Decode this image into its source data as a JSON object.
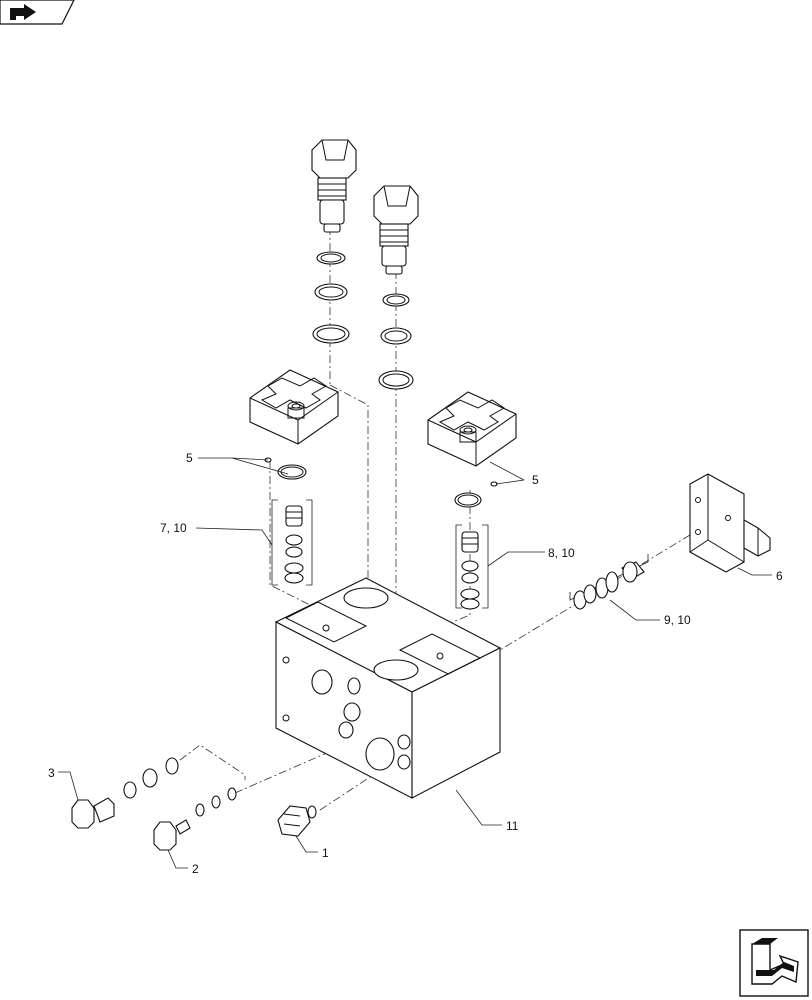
{
  "callouts": {
    "c1": "1",
    "c2": "2",
    "c3": "3",
    "c5a": "5",
    "c5b": "5",
    "c6": "6",
    "c7": "7, 10",
    "c8": "8, 10",
    "c9": "9, 10",
    "c11": "11"
  },
  "icons": {
    "top_left": "previous-page-arrow-icon",
    "bottom_right": "next-page-arrow-icon"
  }
}
